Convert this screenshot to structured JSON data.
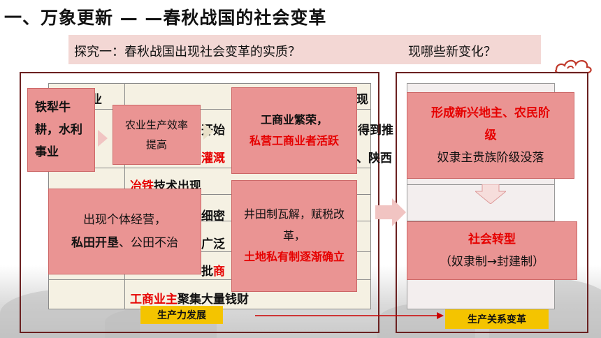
{
  "title": "一、万象更新 — —春秋战国的社会变革",
  "explore": {
    "text_a": "探究一：春秋战国出现社会变革的实质？",
    "text_b": "现哪些新变化？"
  },
  "table": {
    "header_left": "业",
    "header_right": "现",
    "rows": {
      "r1": "开始",
      "r1b": "得到推",
      "r2_red": "灌溉",
      "r2b": "、陕西",
      "r3_red": "冶铁",
      "r3": "技术出现",
      "r4": "细密",
      "r5": "广泛",
      "r6": "批",
      "r6_red": "商",
      "r7_red": "工商业主",
      "r7": "聚集大量钱财"
    }
  },
  "boxes": {
    "b1": "铁犁牛耕，水利事业",
    "b2": "农业生产效率提高",
    "b3_line1": "工商业繁荣，",
    "b3_red": "私营工商业者活跃",
    "b4_line1": "出现个体经营，",
    "b4_bold": "私田开垦",
    "b4_rest": "、公田不治",
    "b5_line1": "井田制瓦解，赋税改革，",
    "b5_red": "土地私有制逐渐确立",
    "b6_red": "形成新兴地主、农民阶级",
    "b6_line2": "奴隶主贵族阶级没落",
    "b7_red": "社会转型",
    "b7_line2": "（奴隶制→封建制）"
  },
  "labels": {
    "productivity": "生产力发展",
    "relations": "生产关系变革"
  },
  "colors": {
    "box_fill": "#ea9493",
    "accent_red": "#e60000",
    "frame": "#6a2020",
    "label_yellow": "#f4c400"
  }
}
